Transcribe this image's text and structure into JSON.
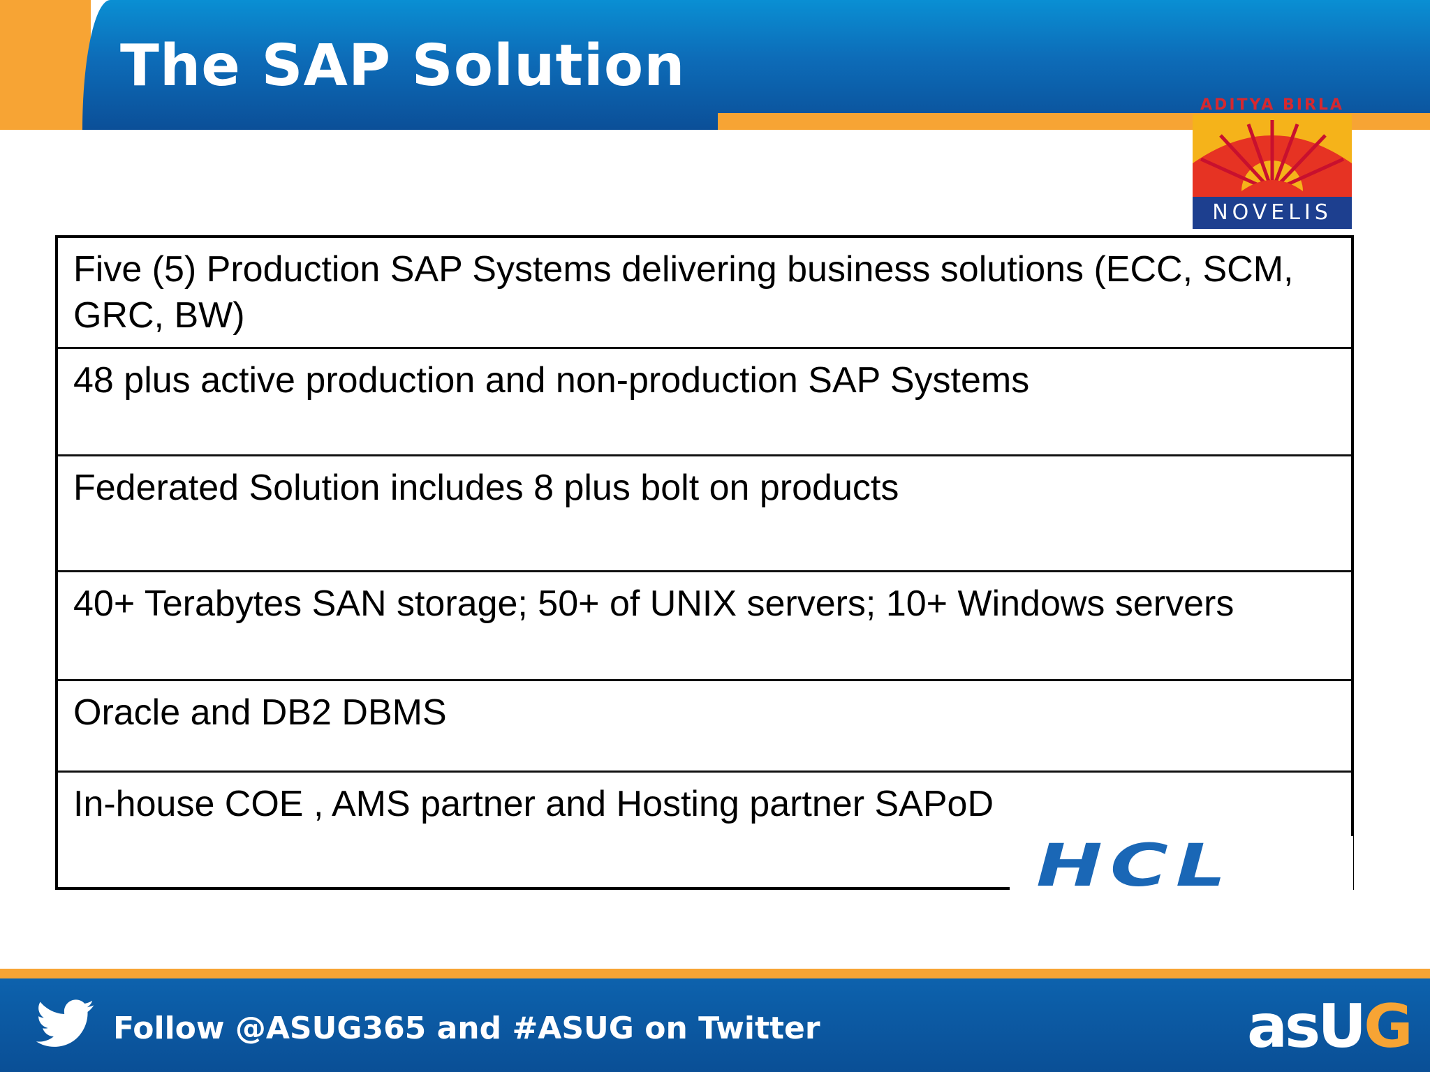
{
  "header": {
    "title": "The SAP Solution"
  },
  "logo": {
    "aditya": "ADITYA BIRLA",
    "novelis": "NOVELIS"
  },
  "table": {
    "rows": [
      "Five (5) Production SAP Systems delivering business solutions (ECC, SCM, GRC, BW)",
      "48  plus active production and non-production SAP Systems",
      "Federated Solution includes 8 plus bolt on products",
      "40+ Terabytes SAN storage; 50+ of UNIX servers; 10+ Windows servers",
      "Oracle and DB2 DBMS",
      "In-house COE , AMS partner and Hosting partner SAPoD"
    ]
  },
  "partner_logo": "HCL",
  "footer": {
    "twitter_icon": "twitter-bird-icon",
    "follow_text": "Follow @ASUG365 and #ASUG on Twitter",
    "brand_main": "asU",
    "brand_accent": "G"
  },
  "colors": {
    "header_blue": "#0d6cb8",
    "accent_orange": "#f7a434",
    "footer_blue": "#0b5aa4",
    "hcl_blue": "#1a67b6",
    "novelis_red": "#d7282f",
    "novelis_navy": "#1d3f8f"
  }
}
